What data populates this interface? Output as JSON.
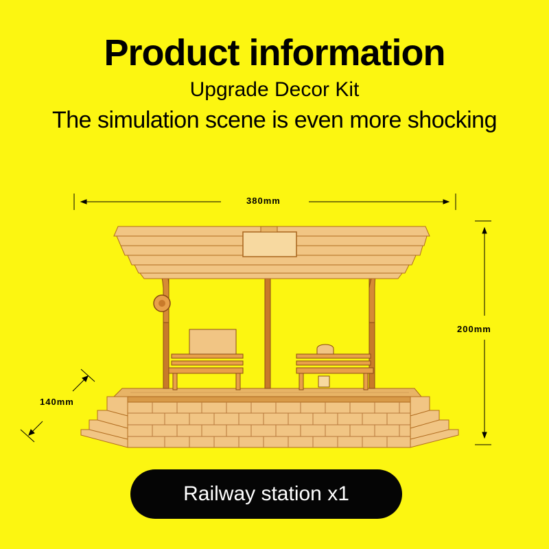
{
  "header": {
    "title": "Product information",
    "subtitle": "Upgrade Decor Kit",
    "tagline": "The simulation scene is even more shocking"
  },
  "dimensions": {
    "width_label": "380mm",
    "height_label": "200mm",
    "depth_label": "140mm"
  },
  "product_label": "Railway station x1",
  "colors": {
    "background": "#fcf611",
    "wood_light": "#f1c584",
    "wood_dark": "#c0731f",
    "pill_background": "#050505",
    "pill_text": "#ffffff"
  }
}
